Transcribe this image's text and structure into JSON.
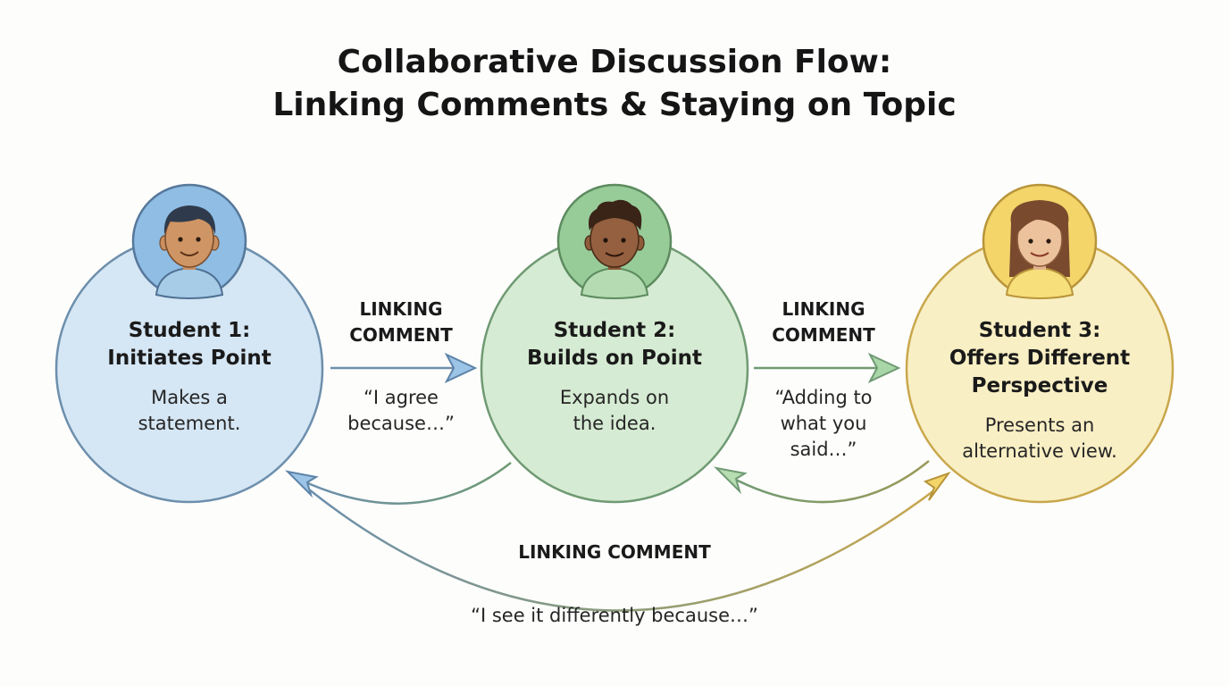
{
  "title": {
    "line1": "Collaborative Discussion Flow:",
    "line2": "Linking Comments & Staying on Topic"
  },
  "colors": {
    "student1_fill": "#d5e6f4",
    "student1_stroke": "#6d8fac",
    "student1_avatar": "#8fbde4",
    "student2_fill": "#d6ebd3",
    "student2_stroke": "#6f9a73",
    "student2_avatar": "#97cc99",
    "student3_fill": "#f9efc4",
    "student3_stroke": "#c9a74c",
    "student3_avatar": "#f3d56a"
  },
  "students": [
    {
      "heading_line1": "Student 1:",
      "heading_line2": "Initiates Point",
      "desc_line1": "Makes a",
      "desc_line2": "statement.",
      "avatar_icon": "boy-avatar-icon"
    },
    {
      "heading_line1": "Student 2:",
      "heading_line2": "Builds on Point",
      "desc_line1": "Expands on",
      "desc_line2": "the idea.",
      "avatar_icon": "curly-hair-boy-avatar-icon"
    },
    {
      "heading_line1": "Student 3:",
      "heading_line2": "Offers Different",
      "heading_line3": "Perspective",
      "desc_line1": "Presents an",
      "desc_line2": "alternative view.",
      "avatar_icon": "girl-avatar-icon"
    }
  ],
  "links": [
    {
      "label_line1": "LINKING",
      "label_line2": "COMMENT",
      "quote_line1": "“I agree",
      "quote_line2": "because…”"
    },
    {
      "label_line1": "LINKING",
      "label_line2": "COMMENT",
      "quote_line1": "“Adding to",
      "quote_line2": "what you",
      "quote_line3": "said…”"
    },
    {
      "label": "LINKING COMMENT",
      "quote": "“I see it differently because…”"
    }
  ]
}
